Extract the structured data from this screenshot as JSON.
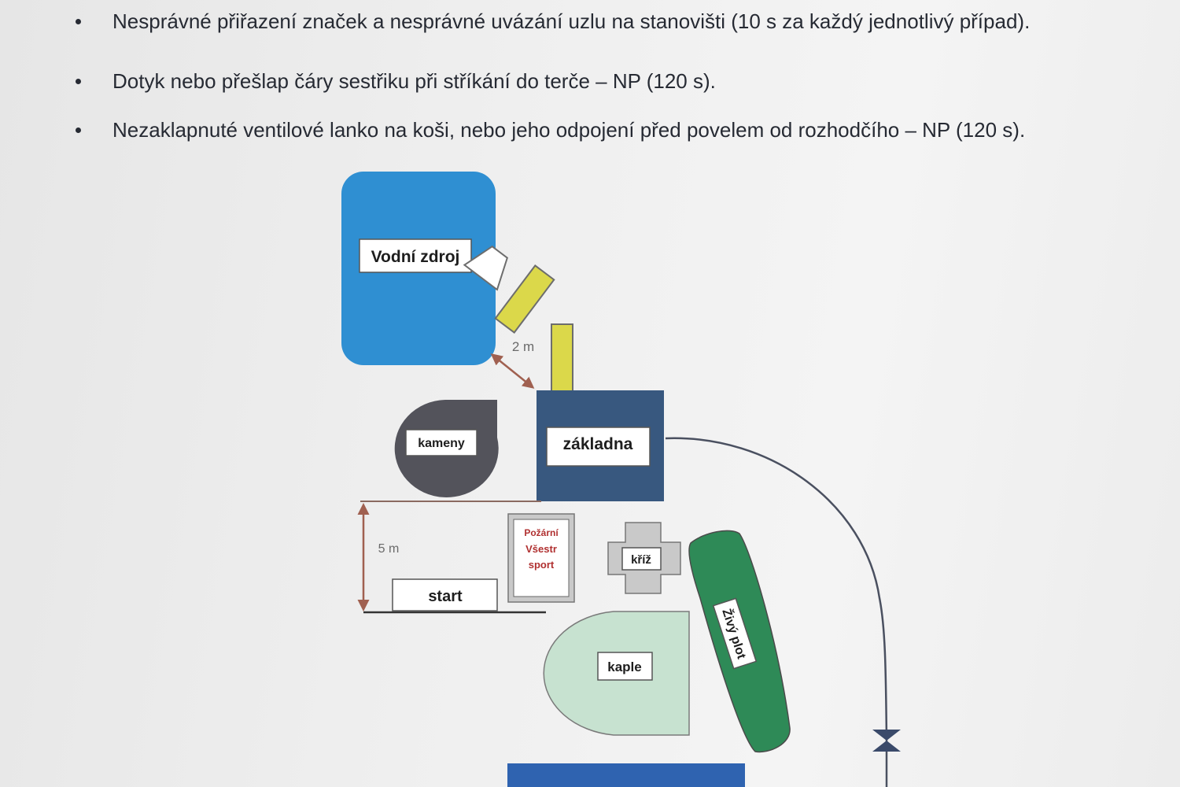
{
  "bullets": [
    "Nesprávné přiřazení značek a nesprávné uvázání uzlu na stanovišti (10 s za každý jednotlivý případ).",
    "Dotyk nebo přešlap čáry sestřiku při stříkání do terče – NP (120 s).",
    "Nezaklapnuté ventilové lanko na koši, nebo jeho odpojení před povelem od rozhodčího – NP (120 s)."
  ],
  "diagram": {
    "water_source_label": "Vodní zdroj",
    "distance_2m": "2 m",
    "base_label": "základna",
    "stones_label": "kameny",
    "distance_5m": "5 m",
    "start_label": "start",
    "fire_sign_line1": "Požární",
    "fire_sign_line2": "Všestr",
    "fire_sign_line3": "sport",
    "cross_label": "kříž",
    "hedge_label": "Živý plot",
    "chapel_label": "kaple"
  },
  "colors": {
    "water": "#2f8fd2",
    "base": "#38587f",
    "stones": "#53535b",
    "suction_hose": "#dbd84a",
    "chapel": "#c7e2d0",
    "hedge": "#2e8a57",
    "cross": "#c9c9c9",
    "bottom_bar": "#2f63b0",
    "arrow": "#a06050"
  }
}
